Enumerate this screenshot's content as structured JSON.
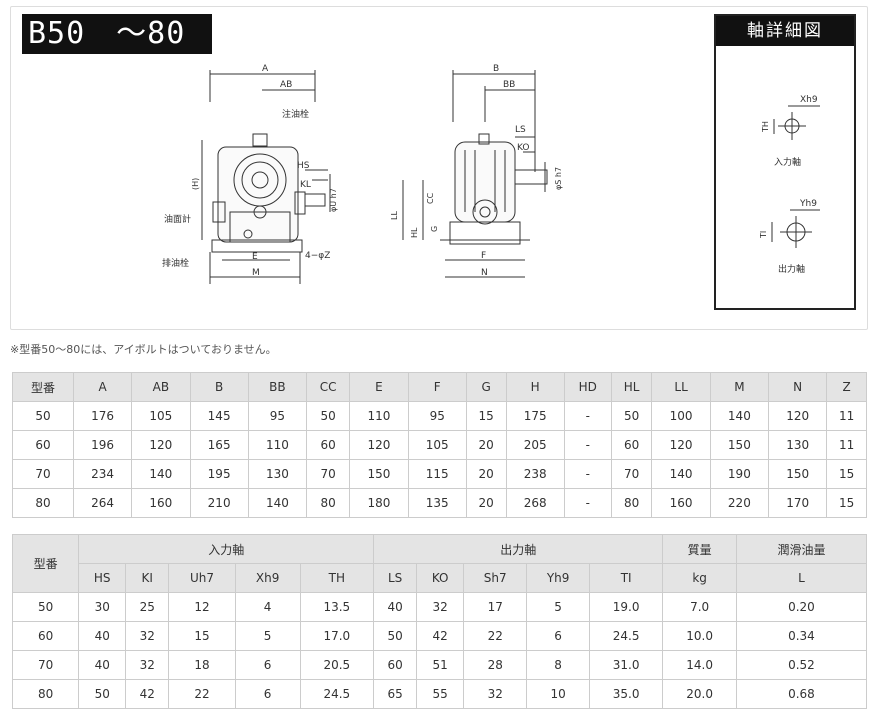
{
  "title": "B50　～80",
  "detail_title": "軸詳細図",
  "drawing": {
    "front": {
      "A": "A",
      "AB": "AB",
      "oil_inlet": "注油栓",
      "HS": "HS",
      "KL": "KL",
      "Uh7": "φU h7",
      "H": "(H)",
      "oil_gauge": "油面計",
      "drain": "排油栓",
      "E": "E",
      "M": "M",
      "Z": "4−φZ"
    },
    "side": {
      "B": "B",
      "BB": "BB",
      "LS": "LS",
      "KO": "KO",
      "Sh7": "φS h7",
      "LL": "LL",
      "CC": "CC",
      "HL": "HL",
      "G": "G",
      "F": "F",
      "N": "N"
    },
    "detail": {
      "Xh9": "Xh9",
      "TH": "TH",
      "input": "入力軸",
      "Yh9": "Yh9",
      "TI": "TI",
      "output": "出力軸"
    }
  },
  "note": "※型番50〜80には、アイボルトはついておりません。",
  "table1": {
    "headers": [
      "型番",
      "A",
      "AB",
      "B",
      "BB",
      "CC",
      "E",
      "F",
      "G",
      "H",
      "HD",
      "HL",
      "LL",
      "M",
      "N",
      "Z"
    ],
    "rows": [
      [
        "50",
        "176",
        "105",
        "145",
        "95",
        "50",
        "110",
        "95",
        "15",
        "175",
        "-",
        "50",
        "100",
        "140",
        "120",
        "11"
      ],
      [
        "60",
        "196",
        "120",
        "165",
        "110",
        "60",
        "120",
        "105",
        "20",
        "205",
        "-",
        "60",
        "120",
        "150",
        "130",
        "11"
      ],
      [
        "70",
        "234",
        "140",
        "195",
        "130",
        "70",
        "150",
        "115",
        "20",
        "238",
        "-",
        "70",
        "140",
        "190",
        "150",
        "15"
      ],
      [
        "80",
        "264",
        "160",
        "210",
        "140",
        "80",
        "180",
        "135",
        "20",
        "268",
        "-",
        "80",
        "160",
        "220",
        "170",
        "15"
      ]
    ]
  },
  "table2": {
    "model_header": "型番",
    "group_input": "入力軸",
    "group_output": "出力軸",
    "group_mass": "質量",
    "group_oil": "潤滑油量",
    "subheaders": [
      "HS",
      "KI",
      "Uh7",
      "Xh9",
      "TH",
      "LS",
      "KO",
      "Sh7",
      "Yh9",
      "TI",
      "kg",
      "L"
    ],
    "rows": [
      [
        "50",
        "30",
        "25",
        "12",
        "4",
        "13.5",
        "40",
        "32",
        "17",
        "5",
        "19.0",
        "7.0",
        "0.20"
      ],
      [
        "60",
        "40",
        "32",
        "15",
        "5",
        "17.0",
        "50",
        "42",
        "22",
        "6",
        "24.5",
        "10.0",
        "0.34"
      ],
      [
        "70",
        "40",
        "32",
        "18",
        "6",
        "20.5",
        "60",
        "51",
        "28",
        "8",
        "31.0",
        "14.0",
        "0.52"
      ],
      [
        "80",
        "50",
        "42",
        "22",
        "6",
        "24.5",
        "65",
        "55",
        "32",
        "10",
        "35.0",
        "20.0",
        "0.68"
      ]
    ]
  }
}
